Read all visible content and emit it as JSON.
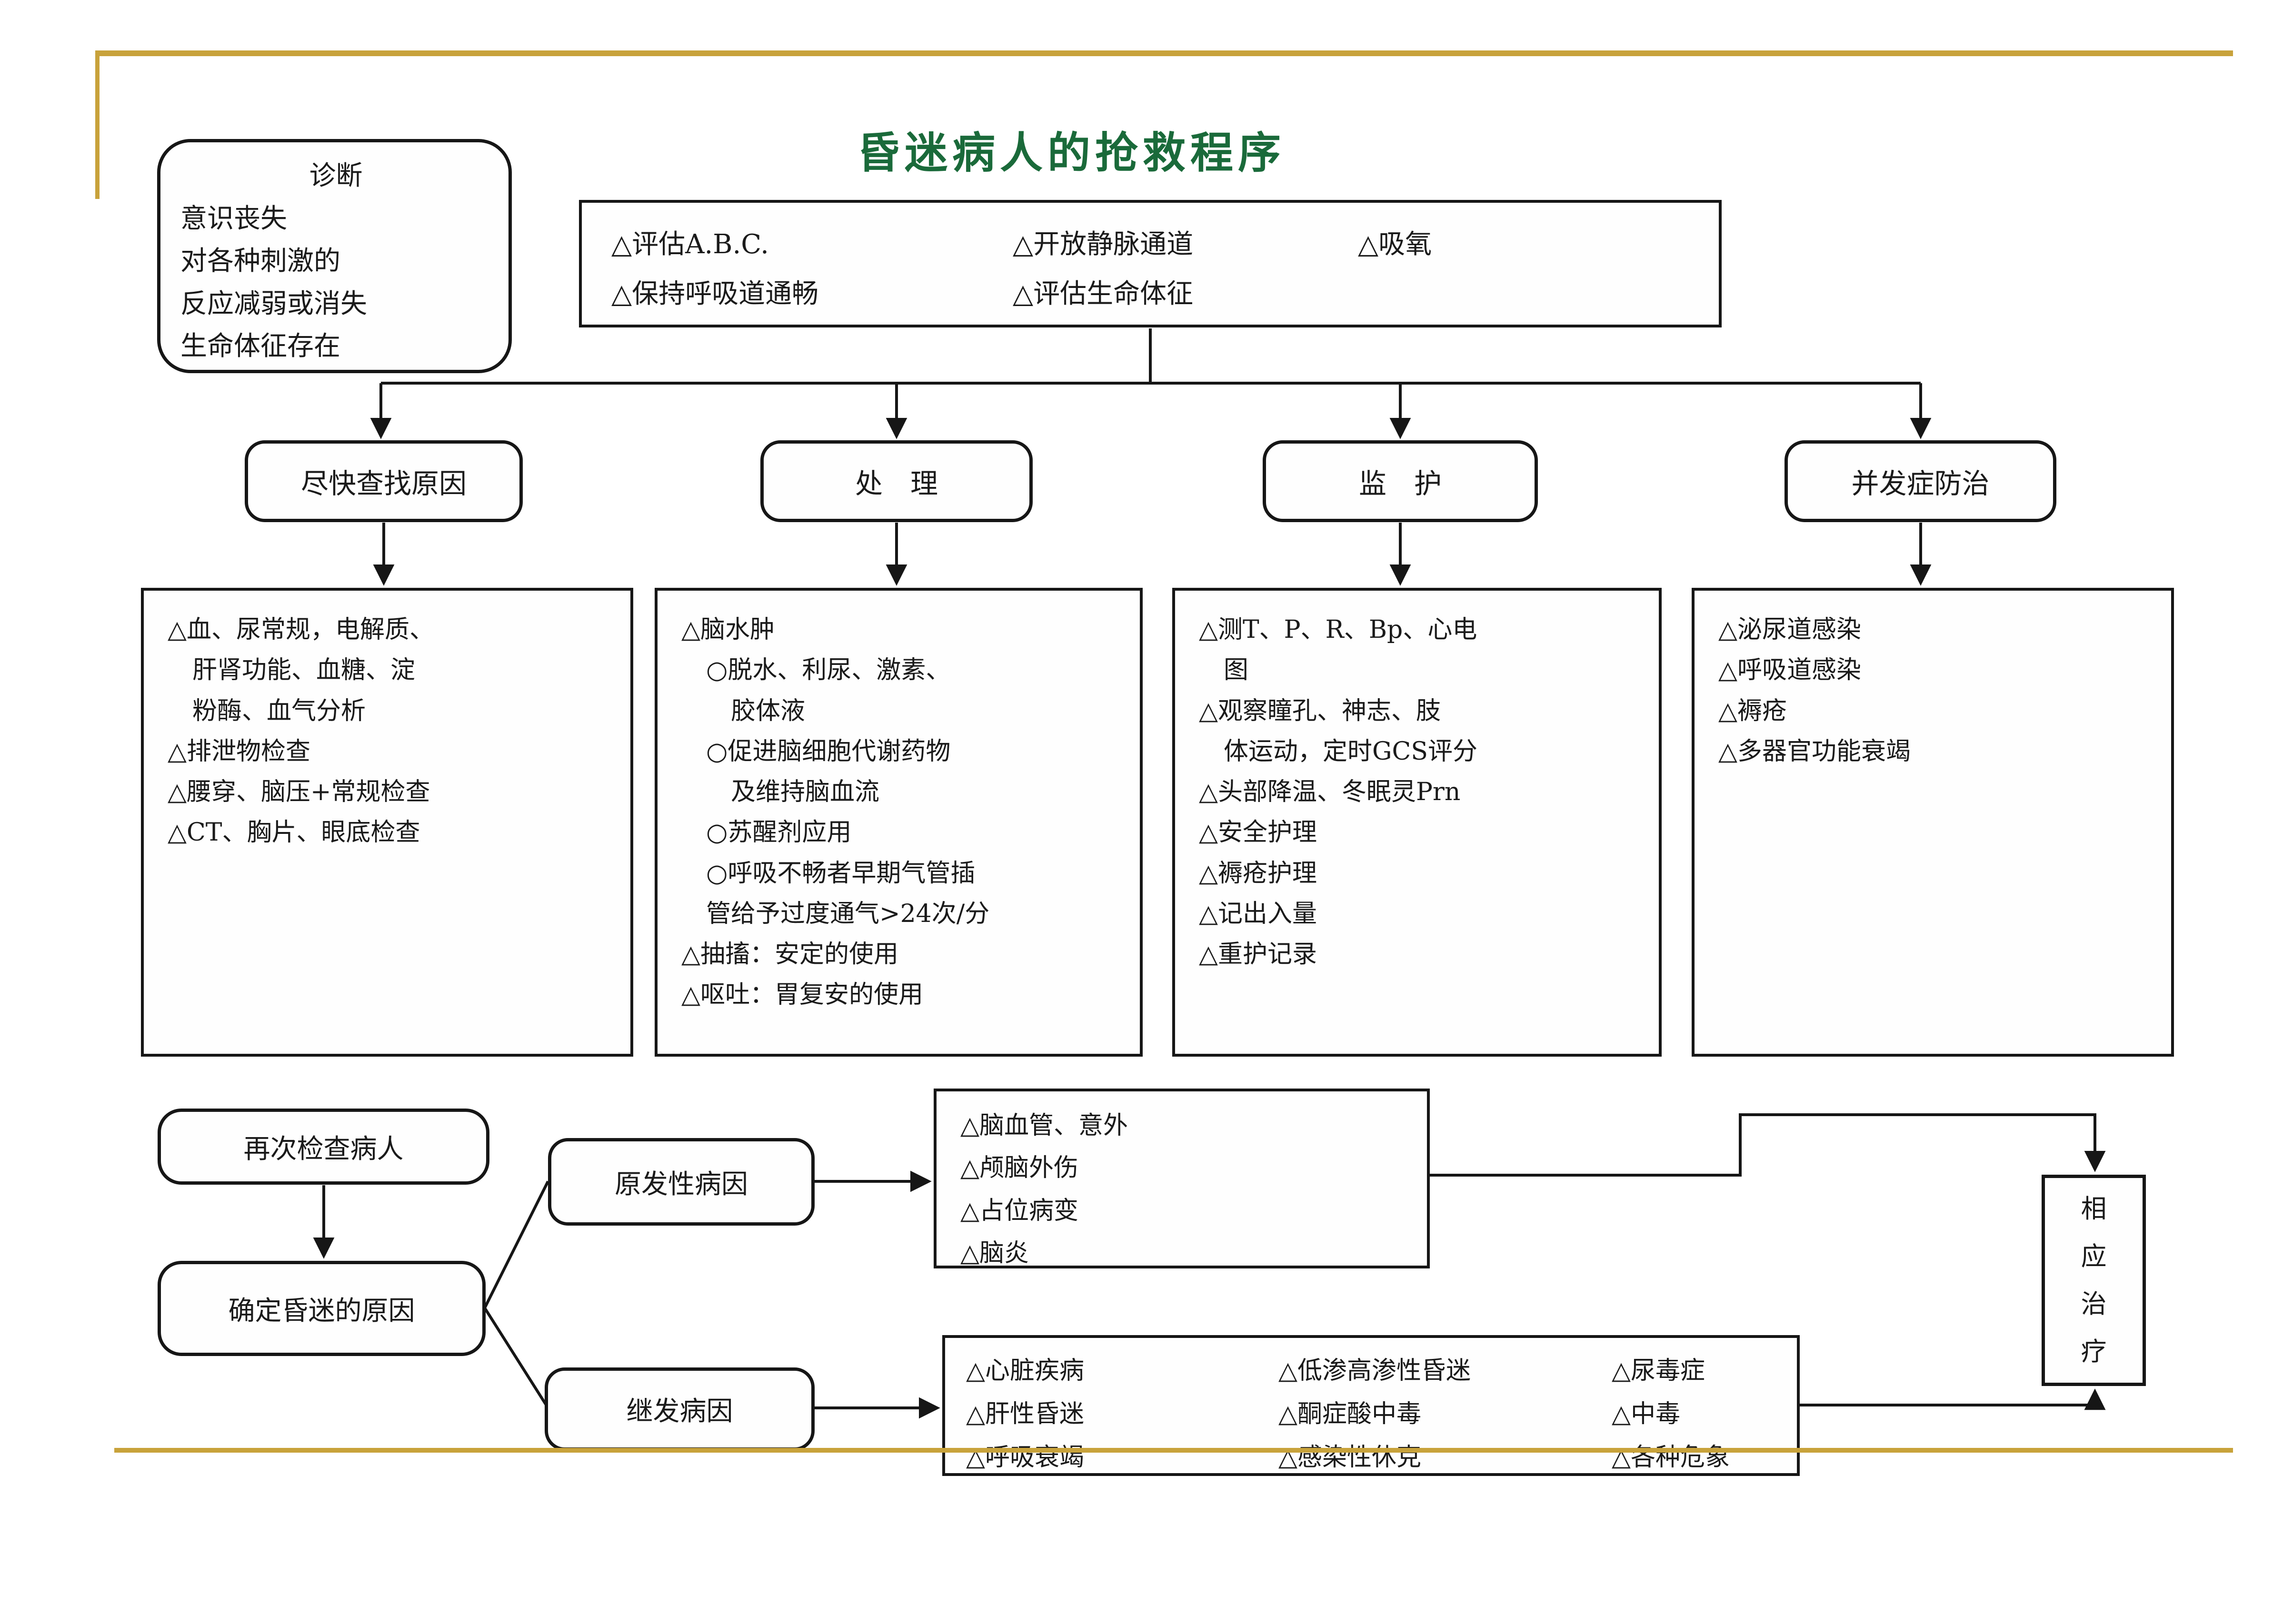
{
  "title": "昏迷病人的抢救程序",
  "colors": {
    "title_green": "#1a6a3a",
    "gold_border": "#c8a23b",
    "line_black": "#161616"
  },
  "diagnosis": {
    "heading": "诊断",
    "body": "意识丧失\n对各种刺激的\n反应减弱或消失\n生命体征存在"
  },
  "initial_actions": {
    "col1": "△评估A.B.C.\n△保持呼吸道通畅",
    "col2": "△开放静脉通道\n△评估生命体征",
    "col3": "△吸氧"
  },
  "branch_headers": {
    "find_cause": "尽快查找原因",
    "treatment": "处　理",
    "monitoring": "监　护",
    "complications": "并发症防治"
  },
  "branch_details": {
    "find_cause": "△血、尿常规，电解质、\n　肝肾功能、血糖、淀\n　粉酶、血气分析\n△排泄物检查\n△腰穿、脑压+常规检查\n△CT、胸片、眼底检查",
    "treatment": "△脑水肿\n　○脱水、利尿、激素、\n　　胶体液\n　○促进脑细胞代谢药物\n　　及维持脑血流\n　○苏醒剂应用\n　○呼吸不畅者早期气管插\n　管给予过度通气>24次/分\n△抽搐：安定的使用\n△呕吐：胃复安的使用",
    "monitoring": "△测T、P、R、Bp、心电\n　图\n△观察瞳孔、神志、肢\n　体运动，定时GCS评分\n△头部降温、冬眠灵Prn\n△安全护理\n△褥疮护理\n△记出入量\n△重护记录",
    "complications": "△泌尿道感染\n△呼吸道感染\n△褥疮\n△多器官功能衰竭"
  },
  "recheck_label": "再次检查病人",
  "determine_label": "确定昏迷的原因",
  "primary": {
    "label": "原发性病因",
    "details": "△脑血管、意外\n△颅脑外伤\n△占位病变\n△脑炎"
  },
  "secondary": {
    "label": "继发病因",
    "col1": "△心脏疾病\n△肝性昏迷\n△呼吸衰竭",
    "col2": "△低渗高渗性昏迷\n△酮症酸中毒\n△感染性休克",
    "col3": "△尿毒症\n△中毒\n△各种危象"
  },
  "treatment_label": "相\n应\n治\n疗"
}
